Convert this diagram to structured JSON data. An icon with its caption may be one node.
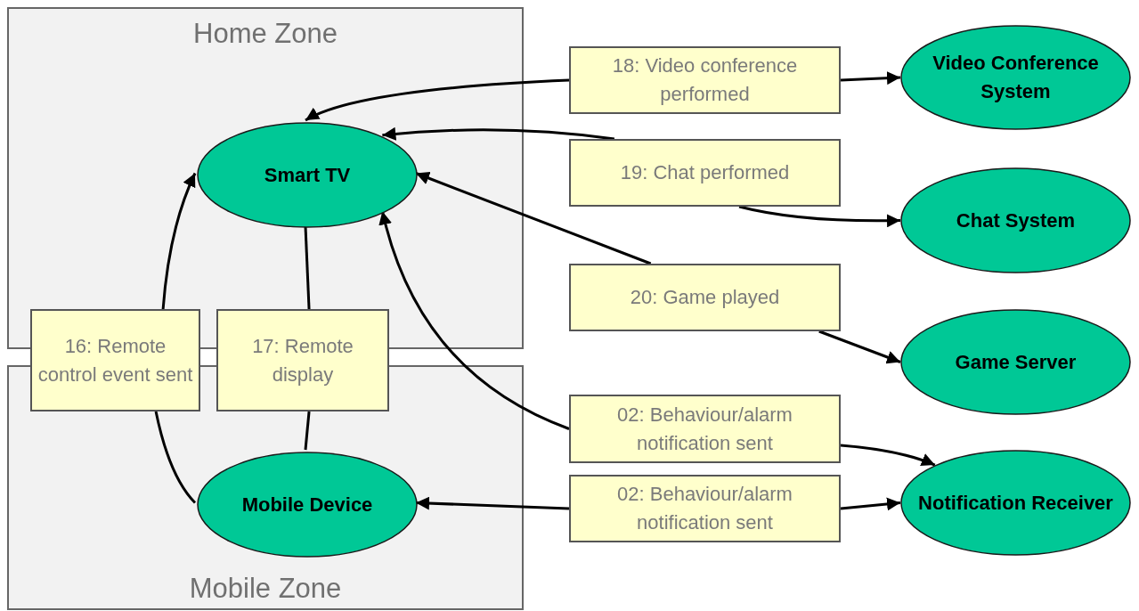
{
  "diagram": {
    "nodes": [
      {
        "text": [
          "Home Zone"
        ]
      },
      {
        "text": [
          "Mobile Zone"
        ]
      },
      {
        "text": [
          "Smart TV"
        ],
        "in": 0
      },
      {
        "text": [
          "Mobile Device"
        ],
        "in": 1
      },
      {
        "text": [
          "16: Remote control event sent"
        ]
      },
      {
        "text": [
          "17: Remote display"
        ]
      },
      {
        "text": [
          "18: Video conference performed"
        ]
      },
      {
        "text": [
          "19: Chat performed"
        ]
      },
      {
        "text": [
          "20: Game played"
        ]
      },
      {
        "text": [
          "02: Behaviour/alarm notification sent"
        ]
      },
      {
        "text": [
          "02: Behaviour/alarm notification sent"
        ]
      },
      {
        "text": [
          "Video Conference System"
        ]
      },
      {
        "text": [
          "Chat System"
        ]
      },
      {
        "text": [
          "Game Server"
        ]
      },
      {
        "text": [
          "Notification Receiver"
        ]
      }
    ],
    "edges": [
      {
        "from": 4,
        "to": 2,
        "arrow": "to"
      },
      {
        "from": 3,
        "to": 4,
        "arrow": "none"
      },
      {
        "from": 2,
        "to": 5,
        "arrow": "none"
      },
      {
        "from": 5,
        "to": 3,
        "arrow": "none"
      },
      {
        "from": 6,
        "to": 2,
        "arrow": "to"
      },
      {
        "from": 6,
        "to": 11,
        "arrow": "to"
      },
      {
        "from": 7,
        "to": 2,
        "arrow": "to"
      },
      {
        "from": 7,
        "to": 12,
        "arrow": "to"
      },
      {
        "from": 8,
        "to": 2,
        "arrow": "to"
      },
      {
        "from": 8,
        "to": 13,
        "arrow": "to"
      },
      {
        "from": 9,
        "to": 2,
        "arrow": "to"
      },
      {
        "from": 9,
        "to": 14,
        "arrow": "to"
      },
      {
        "from": 10,
        "to": 3,
        "arrow": "to"
      },
      {
        "from": 10,
        "to": 14,
        "arrow": "to"
      }
    ]
  }
}
